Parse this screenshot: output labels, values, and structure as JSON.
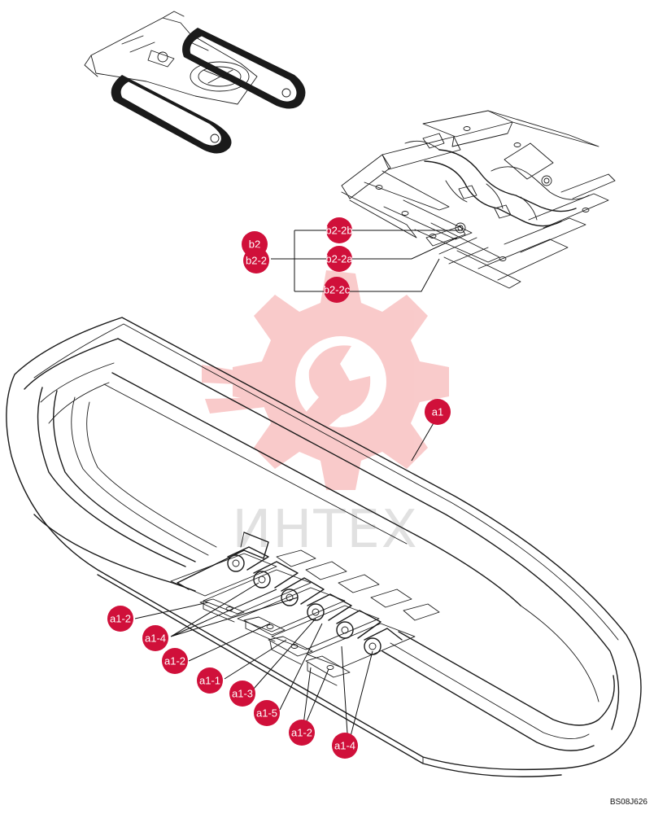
{
  "callouts": {
    "b2": "b2",
    "b2_2": "b2-2",
    "b2_2b": "b2-2b",
    "b2_2a": "b2-2a",
    "b2_2c": "b2-2c",
    "a1": "a1",
    "a1_2_top": "a1-2",
    "a1_4_top": "a1-4",
    "a1_2_mid": "a1-2",
    "a1_1": "a1-1",
    "a1_3": "a1-3",
    "a1_5": "a1-5",
    "a1_2_bot": "a1-2",
    "a1_4_bot": "a1-4"
  },
  "watermark": "ИНТЕХ",
  "drawing_code": "BS08J626",
  "colors": {
    "callout": "#d0103a",
    "watermark_gear": "#f4a7a7"
  }
}
